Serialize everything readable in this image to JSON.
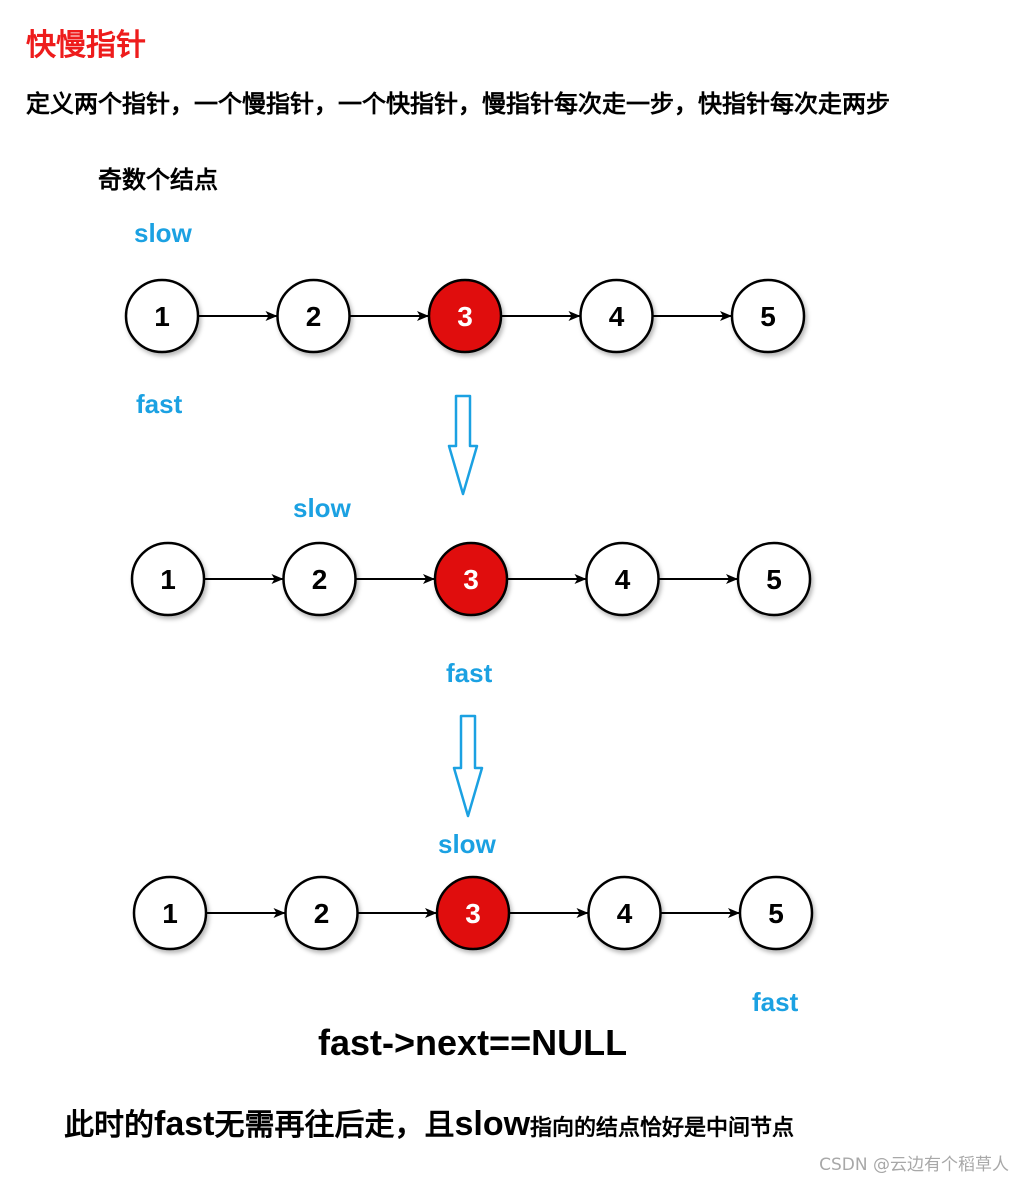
{
  "title": "快慢指针",
  "intro": "定义两个指针，一个慢指针，一个快指针，慢指针每次走一步，快指针每次走两步",
  "subtitle": "奇数个结点",
  "colors": {
    "title": "#ee1c1c",
    "pointer_label": "#1ba1e2",
    "node_fill": "#ffffff",
    "highlight_fill": "#e0100e",
    "node_stroke": "#000000",
    "down_arrow": "#1ba1e2"
  },
  "rows": [
    {
      "nodes": [
        "1",
        "2",
        "3",
        "4",
        "5"
      ],
      "highlight_index": 2,
      "slow_label": "slow",
      "fast_label": "fast"
    },
    {
      "nodes": [
        "1",
        "2",
        "3",
        "4",
        "5"
      ],
      "highlight_index": 2,
      "slow_label": "slow",
      "fast_label": "fast"
    },
    {
      "nodes": [
        "1",
        "2",
        "3",
        "4",
        "5"
      ],
      "highlight_index": 2,
      "slow_label": "slow",
      "fast_label": "fast"
    }
  ],
  "expression": "fast->next==NULL",
  "conclusion": {
    "part1": "此时的",
    "fast": "fast",
    "part2": "无需再往后走，且",
    "slow": "slow",
    "part3": "指向的结点恰好是中间节点"
  },
  "watermark": "CSDN @云边有个稻草人"
}
